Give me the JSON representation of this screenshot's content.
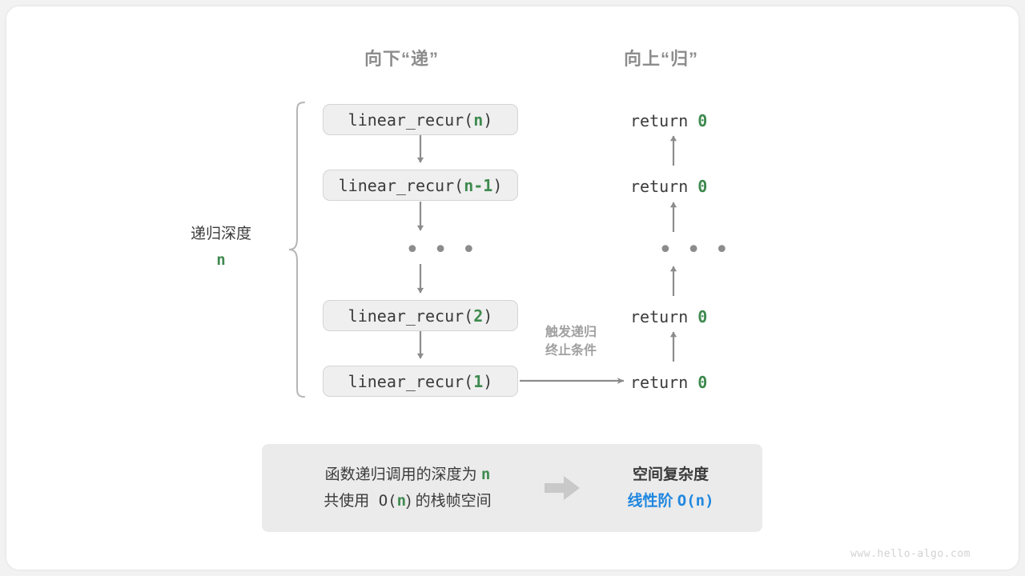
{
  "figure": {
    "title_down": "向下“递”",
    "title_up": "向上“归”",
    "watermark": "www.hello-algo.com",
    "accent_green": "#3e8a4f",
    "accent_blue": "#1f87e0",
    "arrow_gray": "#8c8c8c",
    "box_fill": "#efefef",
    "box_border": "#d4d4d4",
    "panel_fill": "#ebebeb",
    "text_gray": "#8c8c8c"
  },
  "depth_label": {
    "line1": "递归深度",
    "line2": "n"
  },
  "call_stack": [
    {
      "name": "linear_recur(",
      "arg": "n",
      "close": ")"
    },
    {
      "name": "linear_recur(",
      "arg": "n-1",
      "close": ")"
    },
    {
      "name": "linear_recur(",
      "arg": "2",
      "close": ")"
    },
    {
      "name": "linear_recur(",
      "arg": "1",
      "close": ")"
    }
  ],
  "ellipsis": "• • •",
  "returns": [
    {
      "keyword": "return",
      "value": "0"
    },
    {
      "keyword": "return",
      "value": "0"
    },
    {
      "keyword": "return",
      "value": "0"
    },
    {
      "keyword": "return",
      "value": "0"
    }
  ],
  "trigger_note": {
    "line1": "触发递归",
    "line2": "终止条件"
  },
  "summary": {
    "left_line1_pre": "函数递归调用的深度为 ",
    "left_line1_var": "n",
    "left_line2_pre": "共使用 O(",
    "left_line2_var": "n",
    "left_line2_post": ") 的栈帧空间",
    "arrow_icon": "right-arrow-icon",
    "right_title": "空间复杂度",
    "right_value_pre": "线性阶 ",
    "right_value_mono": "O(n)"
  }
}
